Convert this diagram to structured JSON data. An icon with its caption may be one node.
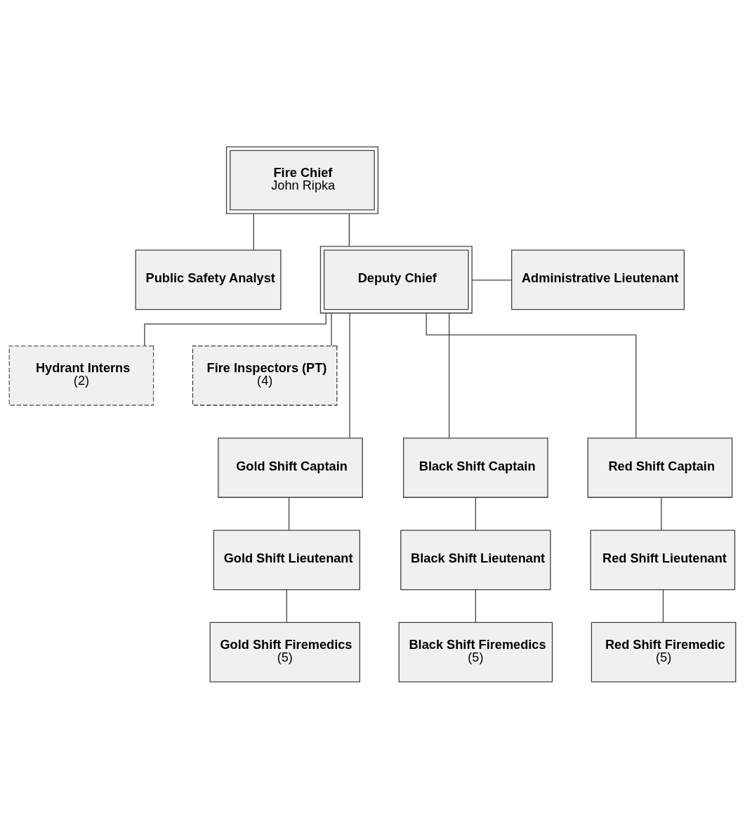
{
  "diagram": {
    "nodes": [
      {
        "text": [
          "Fire Chief",
          "John Ripka"
        ]
      },
      {
        "text": [
          "Public Safety Analyst"
        ]
      },
      {
        "text": [
          "Deputy Chief"
        ]
      },
      {
        "text": [
          "Administrative Lieutenant"
        ]
      },
      {
        "text": [
          "Hydrant Interns",
          "(2)"
        ]
      },
      {
        "text": [
          "Fire Inspectors (PT)",
          "(4)"
        ]
      },
      {
        "text": [
          "Gold Shift Captain"
        ]
      },
      {
        "text": [
          "Black Shift Captain"
        ]
      },
      {
        "text": [
          "Red Shift Captain"
        ]
      },
      {
        "text": [
          "Gold Shift Lieutenant"
        ]
      },
      {
        "text": [
          "Black Shift Lieutenant"
        ]
      },
      {
        "text": [
          "Red Shift Lieutenant"
        ]
      },
      {
        "text": [
          "Gold Shift Firemedics",
          "(5)"
        ]
      },
      {
        "text": [
          "Black Shift Firemedics",
          "(5)"
        ]
      },
      {
        "text": [
          "Red Shift Firemedic",
          "(5)"
        ]
      }
    ],
    "edges": [
      {
        "from": 0,
        "to": 1,
        "arrow": "none"
      },
      {
        "from": 0,
        "to": 2,
        "arrow": "none"
      },
      {
        "from": 2,
        "to": 3,
        "arrow": "none"
      },
      {
        "from": 2,
        "to": 4,
        "arrow": "none"
      },
      {
        "from": 2,
        "to": 5,
        "arrow": "none"
      },
      {
        "from": 2,
        "to": 6,
        "arrow": "none"
      },
      {
        "from": 2,
        "to": 7,
        "arrow": "none"
      },
      {
        "from": 2,
        "to": 8,
        "arrow": "none"
      },
      {
        "from": 6,
        "to": 9,
        "arrow": "none"
      },
      {
        "from": 7,
        "to": 10,
        "arrow": "none"
      },
      {
        "from": 8,
        "to": 11,
        "arrow": "none"
      },
      {
        "from": 9,
        "to": 12,
        "arrow": "none"
      },
      {
        "from": 10,
        "to": 13,
        "arrow": "none"
      },
      {
        "from": 11,
        "to": 14,
        "arrow": "none"
      }
    ]
  }
}
